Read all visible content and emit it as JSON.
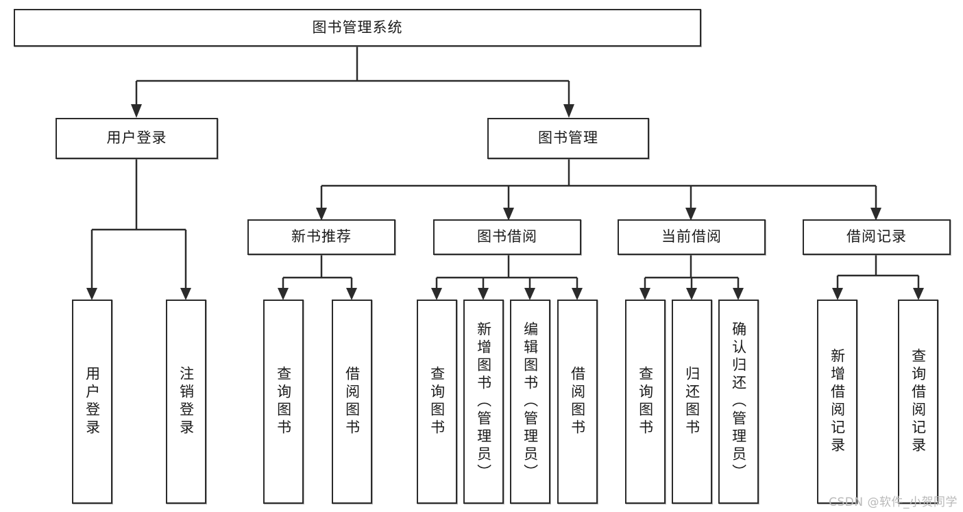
{
  "diagram": {
    "title": "图书管理系统",
    "type": "tree-hierarchy-chart",
    "stroke_color": "#2b2b2b",
    "fill_color": "#ffffff",
    "root": {
      "id": "root",
      "label": "图书管理系统"
    },
    "level2": [
      {
        "id": "user-login",
        "label": "用户登录"
      },
      {
        "id": "book-management",
        "label": "图书管理"
      }
    ],
    "level3": [
      {
        "id": "new-book-recommend",
        "label": "新书推荐"
      },
      {
        "id": "book-borrow",
        "label": "图书借阅"
      },
      {
        "id": "current-borrow",
        "label": "当前借阅"
      },
      {
        "id": "borrow-record",
        "label": "借阅记录"
      }
    ],
    "leaves": {
      "user_login": [
        {
          "id": "leaf-user-login",
          "label": "用户登录"
        },
        {
          "id": "leaf-logout-login",
          "label": "注销登录"
        }
      ],
      "new_book_recommend": [
        {
          "id": "leaf-query-book-1",
          "label": "查询图书"
        },
        {
          "id": "leaf-borrow-book-1",
          "label": "借阅图书"
        }
      ],
      "book_borrow": [
        {
          "id": "leaf-query-book-2",
          "label": "查询图书"
        },
        {
          "id": "leaf-add-book",
          "label": "新增图书（管理员）"
        },
        {
          "id": "leaf-edit-book",
          "label": "编辑图书（管理员）"
        },
        {
          "id": "leaf-borrow-book-2",
          "label": "借阅图书"
        }
      ],
      "current_borrow": [
        {
          "id": "leaf-query-book-3",
          "label": "查询图书"
        },
        {
          "id": "leaf-return-book",
          "label": "归还图书"
        },
        {
          "id": "leaf-confirm-return",
          "label": "确认归还（管理员）"
        }
      ],
      "borrow_record": [
        {
          "id": "leaf-add-record",
          "label": "新增借阅记录"
        },
        {
          "id": "leaf-query-record",
          "label": "查询借阅记录"
        }
      ]
    }
  },
  "watermark": {
    "text": "CSDN @软件_小贺同学"
  }
}
